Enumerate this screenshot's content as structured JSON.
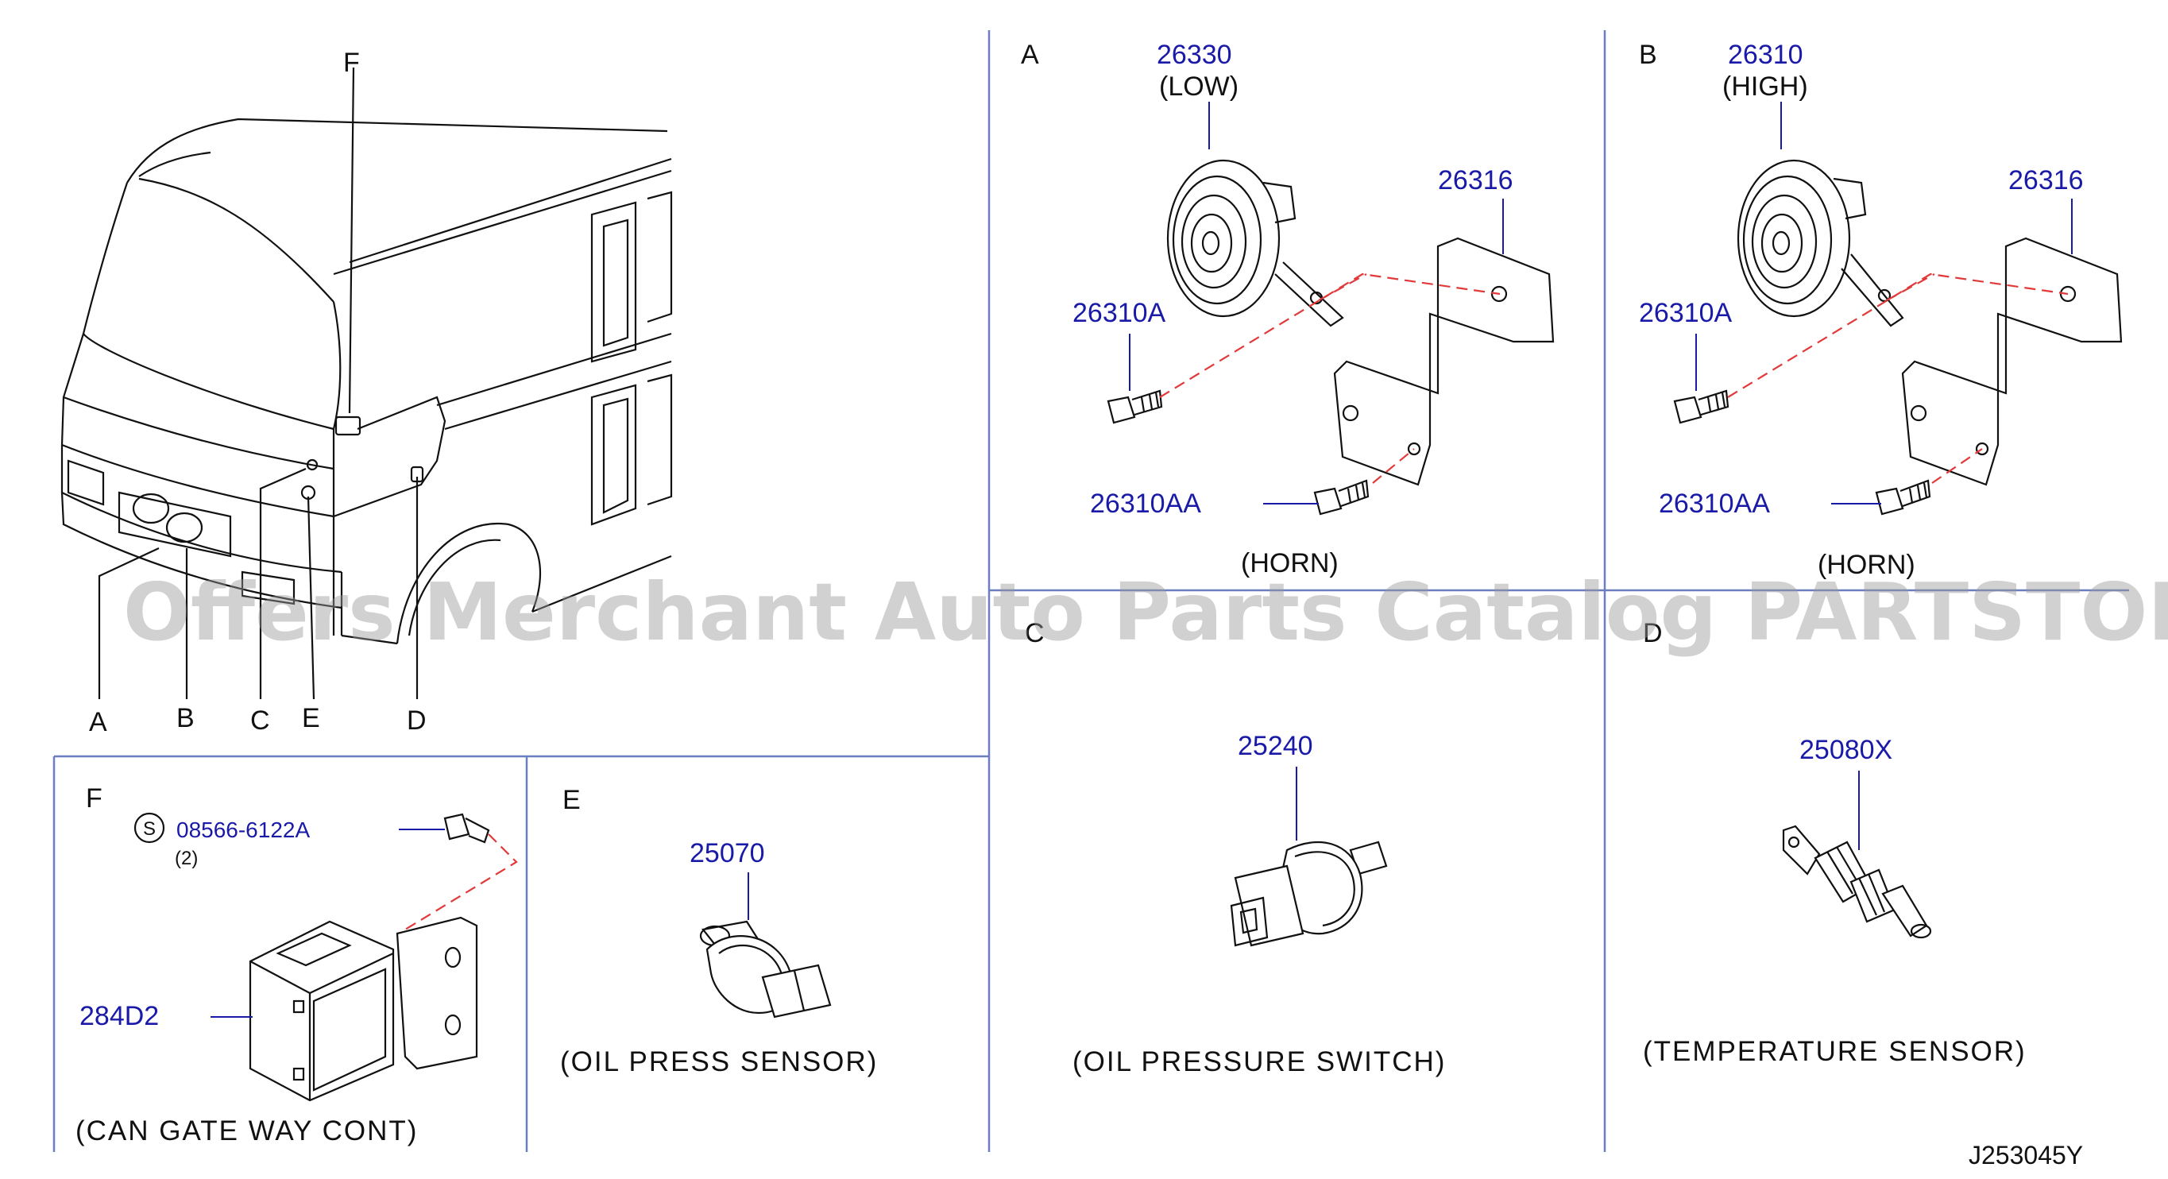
{
  "panels": {
    "main": {
      "labels": [
        "A",
        "B",
        "C",
        "E",
        "D",
        "F"
      ]
    },
    "A": {
      "letter": "A",
      "horn_part": "26330",
      "horn_note": "(LOW)",
      "bracket_part": "26316",
      "bolt_part": "26310A",
      "bolt2_part": "26310AA",
      "caption": "(HORN)"
    },
    "B": {
      "letter": "B",
      "horn_part": "26310",
      "horn_note": "(HIGH)",
      "bracket_part": "26316",
      "bolt_part": "26310A",
      "bolt2_part": "26310AA",
      "caption": "(HORN)"
    },
    "C": {
      "letter": "C",
      "part": "25240",
      "caption": "(OIL  PRESSURE  SWITCH)"
    },
    "D": {
      "letter": "D",
      "part": "25080X",
      "caption": "(TEMPERATURE  SENSOR)"
    },
    "E": {
      "letter": "E",
      "part": "25070",
      "caption": "(OIL  PRESS  SENSOR)"
    },
    "F": {
      "letter": "F",
      "screw_symbol": "S",
      "screw_part": "08566-6122A",
      "screw_qty": "(2)",
      "module_part": "284D2",
      "caption": "(CAN  GATE  WAY  CONT)"
    }
  },
  "diagram_code": "J253045Y",
  "watermark": "Offers Merchant Auto Parts Catalog PARTSTORE.SA",
  "colors": {
    "part_number": "#1a1aa8",
    "divider": "#6b7fc0",
    "dashed_guide": "#e23a3a",
    "ink": "#111111"
  }
}
